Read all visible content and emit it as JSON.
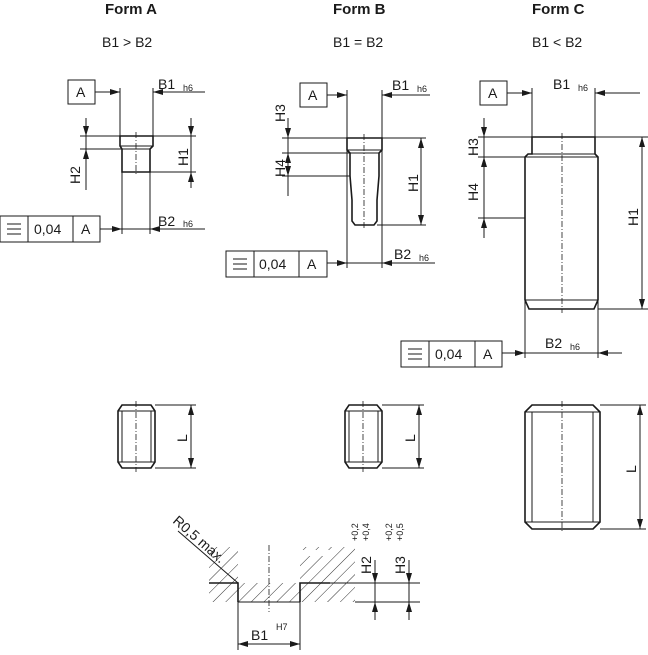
{
  "forms": [
    {
      "title": "Form A",
      "relation": "B1 > B2",
      "datum": "A",
      "tolerance": "0,04",
      "tol_datum": "A",
      "b1": "B1",
      "b1_sub": "h6",
      "b2": "B2",
      "b2_sub": "h6",
      "h1": "H1",
      "h2": "H2",
      "length": "L"
    },
    {
      "title": "Form B",
      "relation": "B1 = B2",
      "datum": "A",
      "tolerance": "0,04",
      "tol_datum": "A",
      "b1": "B1",
      "b1_sub": "h6",
      "b2": "B2",
      "b2_sub": "h6",
      "h1": "H1",
      "h3": "H3",
      "h4": "H4",
      "length": "L"
    },
    {
      "title": "Form C",
      "relation": "B1 < B2",
      "datum": "A",
      "tolerance": "0,04",
      "tol_datum": "A",
      "b1": "B1",
      "b1_sub": "h6",
      "b2": "B2",
      "b2_sub": "h6",
      "h1": "H1",
      "h3": "H3",
      "h4": "H4",
      "length": "L"
    }
  ],
  "bore": {
    "radius": "R0,5 max.",
    "b1": "B1",
    "b1_fit": "H7",
    "h2": "H2",
    "h2_tol_upper": "+0,2",
    "h2_tol_lower": "+0,4",
    "h3": "H3",
    "h3_tol_upper": "+0,2",
    "h3_tol_lower": "+0,5"
  },
  "icons": {
    "flatness": "flatness-symbol-icon",
    "arrow": "dimension-arrow-icon"
  }
}
